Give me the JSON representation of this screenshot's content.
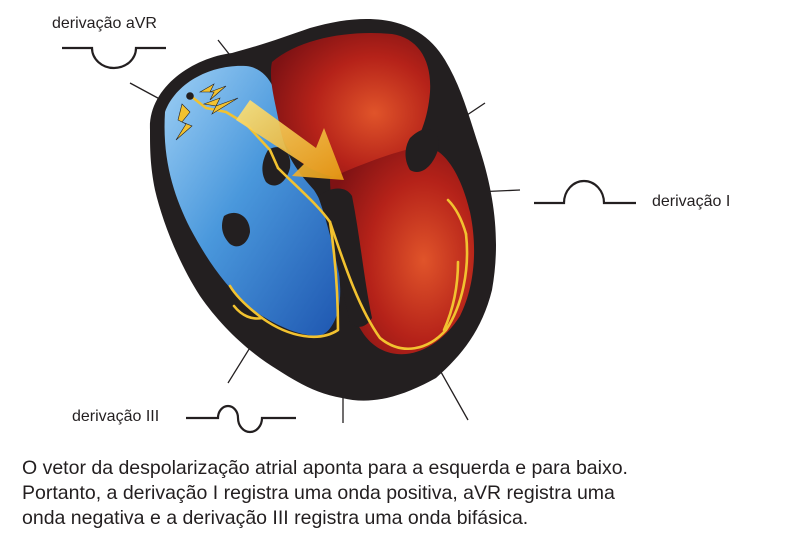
{
  "leads": {
    "avr": {
      "label": "derivação aVR",
      "wave": "negative"
    },
    "i": {
      "label": "derivação I",
      "wave": "positive"
    },
    "iii": {
      "label": "derivação III",
      "wave": "biphasic"
    }
  },
  "caption": {
    "line1": "O vetor da despolarização atrial aponta para a esquerda e para baixo.",
    "line2": "Portanto, a derivação I registra uma onda positiva, aVR registra uma",
    "line3": "onda negativa e a derivação III registra uma onda bifásica."
  },
  "colors": {
    "heart_wall": "#231f20",
    "right_side": "#3f8fd8",
    "left_side": "#a11a1a",
    "conduction": "#f2c230",
    "vector_arrow": "#f0b825",
    "text": "#231f20"
  },
  "icons": {
    "vector": "depolarization-vector-arrow",
    "sa_node": "lightning-bolt-icon"
  }
}
